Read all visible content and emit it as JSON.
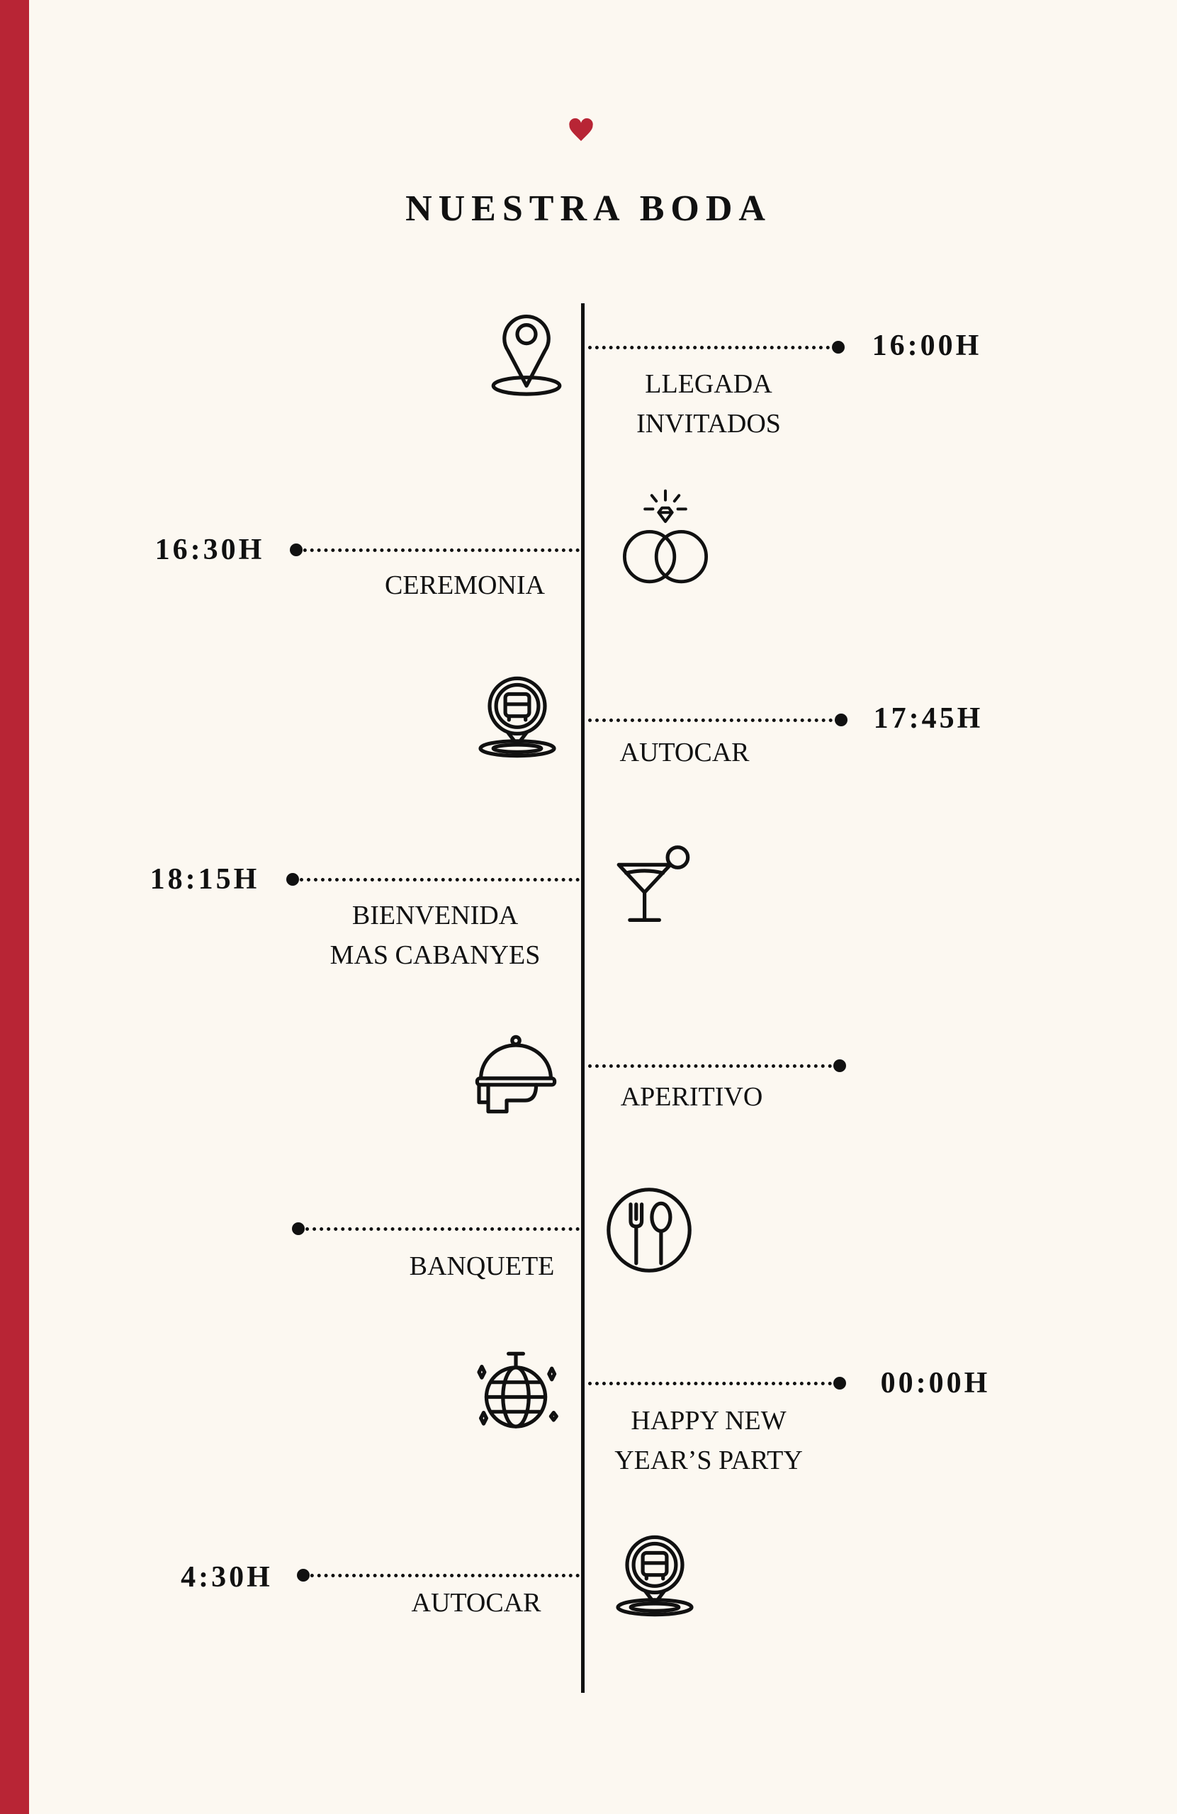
{
  "title": "NUESTRA BODA",
  "accent_color": "#b82535",
  "events": [
    {
      "time": "16:00H",
      "label": [
        "LLEGADA",
        "INVITADOS"
      ],
      "icon": "map-pin-icon"
    },
    {
      "time": "16:30H",
      "label": [
        "CEREMONIA"
      ],
      "icon": "wedding-rings-icon"
    },
    {
      "time": "17:45H",
      "label": [
        "AUTOCAR"
      ],
      "icon": "bus-location-icon"
    },
    {
      "time": "18:15H",
      "label": [
        "BIENVENIDA",
        "MAS CABANYES"
      ],
      "icon": "cocktail-icon"
    },
    {
      "time": "",
      "label": [
        "APERITIVO"
      ],
      "icon": "cloche-icon"
    },
    {
      "time": "",
      "label": [
        "BANQUETE"
      ],
      "icon": "plate-cutlery-icon"
    },
    {
      "time": "00:00H",
      "label": [
        "HAPPY NEW",
        "YEAR’S PARTY"
      ],
      "icon": "disco-ball-icon"
    },
    {
      "time": "4:30H",
      "label": [
        "AUTOCAR"
      ],
      "icon": "bus-location-icon"
    }
  ]
}
